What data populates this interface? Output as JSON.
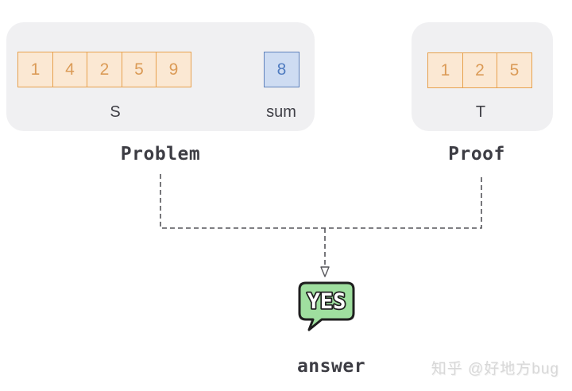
{
  "problem_panel": {
    "caption": "Problem",
    "set": {
      "cells": [
        "1",
        "4",
        "2",
        "5",
        "9"
      ],
      "label": "S"
    },
    "sum": {
      "cell": "8",
      "label": "sum"
    }
  },
  "proof_panel": {
    "caption": "Proof",
    "cells": [
      "1",
      "2",
      "5"
    ],
    "label": "T"
  },
  "answer": {
    "bubble": "YES",
    "caption": "answer"
  },
  "watermark": "知乎 @好地方bug",
  "colors": {
    "panel_bg": "#F0F0F2",
    "cell_orange_border": "#E7A14E",
    "cell_orange_bg": "#FBE8D3",
    "cell_orange_text": "#DB9B57",
    "cell_blue_border": "#5F82BC",
    "cell_blue_bg": "#CEDCF2",
    "cell_blue_text": "#507CC0",
    "bubble_green": "#9FDF9F",
    "bubble_outline": "#1F1F1F",
    "dash_line": "#55555A",
    "caption_text": "#3D3D44"
  }
}
